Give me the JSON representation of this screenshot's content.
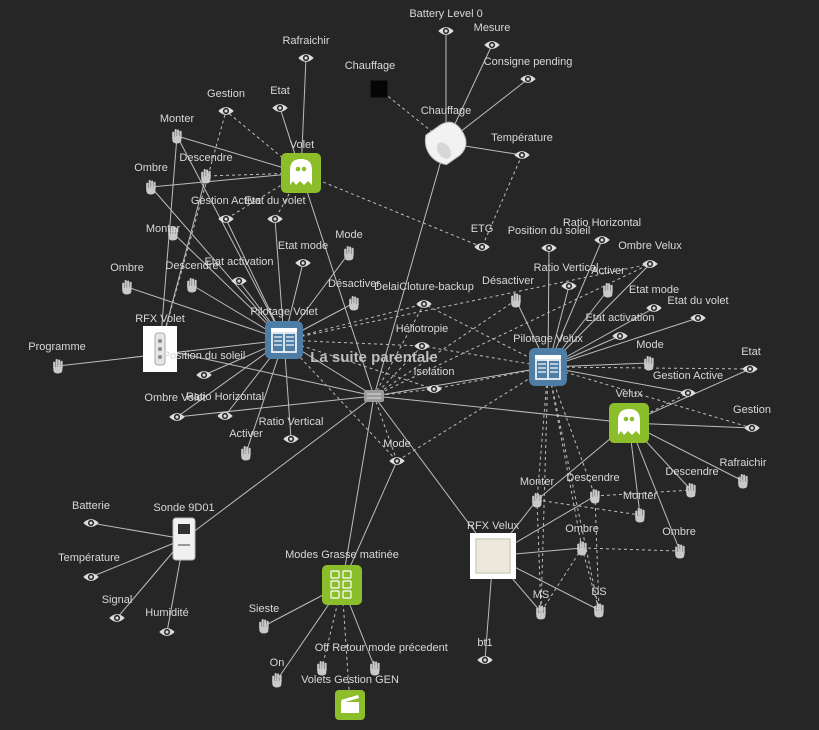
{
  "graph": {
    "hub_label": "La suite parentale",
    "nodes": [
      {
        "id": "battery",
        "label": "Battery Level 0",
        "icon": "eye-icon"
      },
      {
        "id": "mesure",
        "label": "Mesure",
        "icon": "eye-icon"
      },
      {
        "id": "consigne",
        "label": "Consigne pending",
        "icon": "eye-icon"
      },
      {
        "id": "chauffage_sq",
        "label": "Chauffage",
        "icon": "black-square-icon"
      },
      {
        "id": "chauffage",
        "label": "Chauffage",
        "icon": "thermostat-device-icon"
      },
      {
        "id": "temp_ch",
        "label": "Température",
        "icon": "eye-icon"
      },
      {
        "id": "etg",
        "label": "ETG",
        "icon": "eye-icon"
      },
      {
        "id": "rafraichir_v",
        "label": "Rafraichir",
        "icon": "eye-icon"
      },
      {
        "id": "etat_v",
        "label": "Etat",
        "icon": "eye-icon"
      },
      {
        "id": "gestion_v",
        "label": "Gestion",
        "icon": "eye-icon"
      },
      {
        "id": "monter_v",
        "label": "Monter",
        "icon": "hand-icon"
      },
      {
        "id": "descendre_v",
        "label": "Descendre",
        "icon": "hand-icon"
      },
      {
        "id": "ombre_v",
        "label": "Ombre",
        "icon": "hand-icon"
      },
      {
        "id": "volet",
        "label": "Volet",
        "icon": "ghost-icon"
      },
      {
        "id": "gestion_active_v",
        "label": "Gestion Active",
        "icon": "eye-icon"
      },
      {
        "id": "etat_du_volet",
        "label": "Etat du volet",
        "icon": "eye-icon"
      },
      {
        "id": "monter_r",
        "label": "Monter",
        "icon": "hand-icon"
      },
      {
        "id": "descendre_r",
        "label": "Descendre",
        "icon": "hand-icon"
      },
      {
        "id": "ombre_r",
        "label": "Ombre",
        "icon": "hand-icon"
      },
      {
        "id": "etat_mode_pv",
        "label": "Etat mode",
        "icon": "eye-icon"
      },
      {
        "id": "mode_pv",
        "label": "Mode",
        "icon": "hand-icon"
      },
      {
        "id": "etat_activation_pv",
        "label": "Etat activation",
        "icon": "eye-icon"
      },
      {
        "id": "desactiver_pv",
        "label": "Désactiver",
        "icon": "hand-icon"
      },
      {
        "id": "delai",
        "label": "DelaiCloture-backup",
        "icon": "eye-icon"
      },
      {
        "id": "rfx_volet",
        "label": "RFX Volet",
        "icon": "rfx-remote-icon"
      },
      {
        "id": "pilotage_volet",
        "label": "Pilotage Volet",
        "icon": "shutter-control-icon"
      },
      {
        "id": "programme",
        "label": "Programme",
        "icon": "hand-icon"
      },
      {
        "id": "position_soleil_pv",
        "label": "Position du soleil",
        "icon": "eye-icon"
      },
      {
        "id": "heliotropie",
        "label": "Héliotropie",
        "icon": "eye-icon"
      },
      {
        "id": "isolation",
        "label": "Isolation",
        "icon": "eye-icon"
      },
      {
        "id": "hub",
        "label": "",
        "icon": "hub-icon"
      },
      {
        "id": "ombre_volet_pv",
        "label": "Ombre Volet",
        "icon": "eye-icon"
      },
      {
        "id": "ratio_h_pv",
        "label": "Ratio Horizontal",
        "icon": "eye-icon"
      },
      {
        "id": "activer_pv",
        "label": "Activer",
        "icon": "hand-icon"
      },
      {
        "id": "ratio_v_pv",
        "label": "Ratio Vertical",
        "icon": "eye-icon"
      },
      {
        "id": "mode_hub",
        "label": "Mode",
        "icon": "eye-icon"
      },
      {
        "id": "position_soleil_px",
        "label": "Position du soleil",
        "icon": "eye-icon"
      },
      {
        "id": "ratio_h_px",
        "label": "Ratio Horizontal",
        "icon": "eye-icon"
      },
      {
        "id": "ombre_velux_px",
        "label": "Ombre Velux",
        "icon": "eye-icon"
      },
      {
        "id": "ratio_v_px",
        "label": "Ratio Vertical",
        "icon": "eye-icon"
      },
      {
        "id": "activer_px",
        "label": "Activer",
        "icon": "hand-icon"
      },
      {
        "id": "desactiver_px",
        "label": "Désactiver",
        "icon": "hand-icon"
      },
      {
        "id": "etat_mode_px",
        "label": "Etat mode",
        "icon": "eye-icon"
      },
      {
        "id": "etat_du_volet_px",
        "label": "Etat du volet",
        "icon": "eye-icon"
      },
      {
        "id": "etat_activation_px",
        "label": "Etat activation",
        "icon": "eye-icon"
      },
      {
        "id": "pilotage_velux",
        "label": "Pilotage Velux",
        "icon": "shutter-control-icon"
      },
      {
        "id": "mode_px",
        "label": "Mode",
        "icon": "hand-icon"
      },
      {
        "id": "etat_px",
        "label": "Etat",
        "icon": "eye-icon"
      },
      {
        "id": "gestion_active_px",
        "label": "Gestion Active",
        "icon": "eye-icon"
      },
      {
        "id": "velux",
        "label": "Velux",
        "icon": "ghost-icon"
      },
      {
        "id": "gestion_px",
        "label": "Gestion",
        "icon": "eye-icon"
      },
      {
        "id": "rafraichir_px",
        "label": "Rafraichir",
        "icon": "hand-icon"
      },
      {
        "id": "descendre_vx",
        "label": "Descendre",
        "icon": "hand-icon"
      },
      {
        "id": "monter_vx",
        "label": "Monter",
        "icon": "hand-icon"
      },
      {
        "id": "ombre_vx",
        "label": "Ombre",
        "icon": "hand-icon"
      },
      {
        "id": "monter_rx",
        "label": "Monter",
        "icon": "hand-icon"
      },
      {
        "id": "descendre_rx",
        "label": "Descendre",
        "icon": "hand-icon"
      },
      {
        "id": "ombre_rx",
        "label": "Ombre",
        "icon": "hand-icon"
      },
      {
        "id": "rfx_velux",
        "label": "RFX Velux",
        "icon": "rfx-switch-icon"
      },
      {
        "id": "ms",
        "label": "MS",
        "icon": "hand-icon"
      },
      {
        "id": "ds",
        "label": "DS",
        "icon": "hand-icon"
      },
      {
        "id": "bt1",
        "label": "bt1",
        "icon": "eye-icon"
      },
      {
        "id": "batterie",
        "label": "Batterie",
        "icon": "eye-icon"
      },
      {
        "id": "sonde",
        "label": "Sonde 9D01",
        "icon": "sensor-device-icon"
      },
      {
        "id": "temp_s",
        "label": "Température",
        "icon": "eye-icon"
      },
      {
        "id": "signal",
        "label": "Signal",
        "icon": "eye-icon"
      },
      {
        "id": "humidite",
        "label": "Humidité",
        "icon": "eye-icon"
      },
      {
        "id": "modes",
        "label": "Modes Grasse matinée",
        "icon": "mode-grid-icon"
      },
      {
        "id": "sieste",
        "label": "Sieste",
        "icon": "hand-icon"
      },
      {
        "id": "on",
        "label": "On",
        "icon": "hand-icon"
      },
      {
        "id": "off",
        "label": "Off",
        "icon": "hand-icon"
      },
      {
        "id": "retour",
        "label": "Retour mode précedent",
        "icon": "hand-icon"
      },
      {
        "id": "volets_gen",
        "label": "Volets Gestion GEN",
        "icon": "clapperboard-icon"
      }
    ]
  }
}
